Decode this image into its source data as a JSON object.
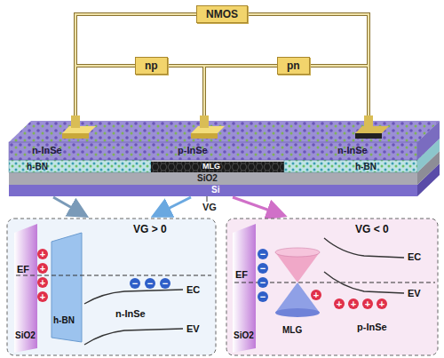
{
  "diagram": {
    "nodes": [
      {
        "text": [
          "NMOS"
        ]
      },
      {
        "text": [
          "np"
        ]
      },
      {
        "text": [
          "pn"
        ]
      }
    ],
    "labels": [
      "n-InSe",
      "p-InSe",
      "n-InSe",
      "h-BN",
      "MLG",
      "h-BN",
      "SiO2",
      "Si",
      "VG",
      "VG > 0",
      "EF",
      "SiO2",
      "h-BN",
      "n-InSe",
      "EC",
      "EV",
      "+",
      "+",
      "+",
      "+",
      "−",
      "−",
      "−",
      "VG < 0",
      "EF",
      "EC",
      "EV",
      "SiO2",
      "MLG",
      "p-InSe",
      "−",
      "−",
      "−",
      "−",
      "+",
      "+",
      "+",
      "+",
      "+"
    ]
  }
}
